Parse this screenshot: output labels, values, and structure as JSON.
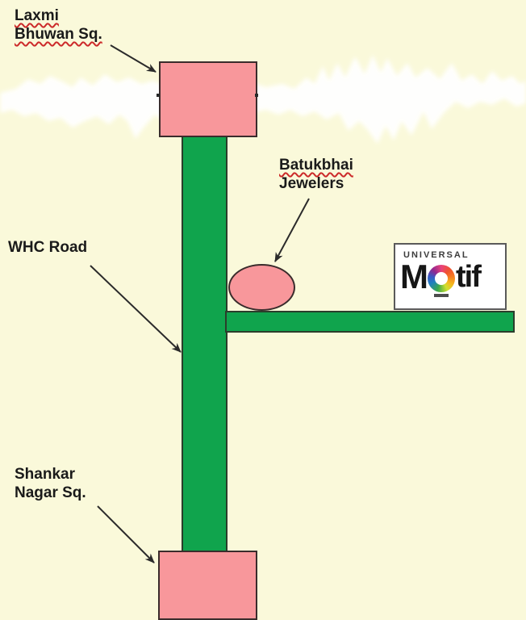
{
  "labels": {
    "laxmi": {
      "line1": "Laxmi",
      "line2": "Bhuwan Sq."
    },
    "batukbhai": {
      "line1": "Batukbhai",
      "line2": "Jewelers"
    },
    "whc_road": {
      "text": "WHC Road"
    },
    "shankar": {
      "line1": "Shankar",
      "line2": "Nagar Sq."
    }
  },
  "logo": {
    "word_top": "UNIVERSAL",
    "word_m": "M",
    "word_tail": "tif"
  },
  "colors": {
    "background_cream": "#FAF9DA",
    "road_green": "#10A44D",
    "landmark_pink": "#F8979B",
    "spellcheck_red": "#CC2A2A"
  }
}
